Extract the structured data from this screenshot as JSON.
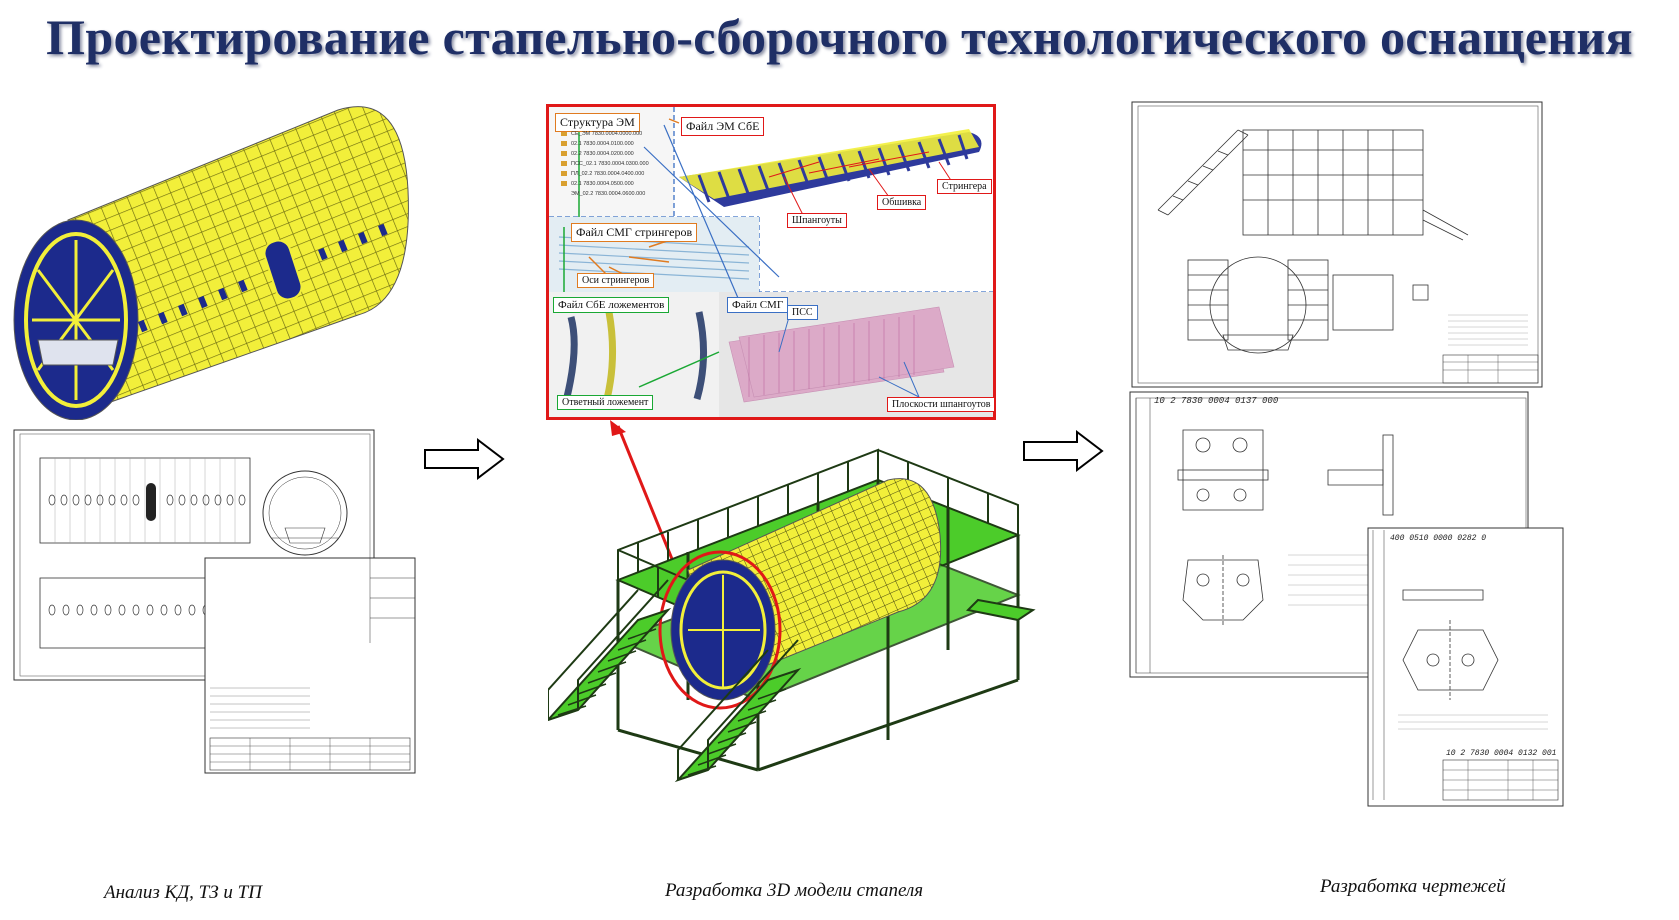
{
  "title": "Проектирование стапельно-сборочного технологического оснащения",
  "steps": [
    {
      "caption": "Анализ КД, ТЗ и ТП"
    },
    {
      "caption": "Разработка 3D модели стапеля"
    },
    {
      "caption": "Разработка чертежей"
    }
  ],
  "model_panel": {
    "labels": {
      "structure": "Структура ЭМ",
      "file_em": "Файл ЭМ СбЕ",
      "file_smg_stringers": "Файл СМГ стрингеров",
      "axes_stringers": "Оси стрингеров",
      "file_lozhements": "Файл СбЕ ложементов",
      "file_smg": "Файл СМГ",
      "pss": "ПСС",
      "reply_lozhement": "Ответный ложемент",
      "frame_planes": "Плоскости шпангоутов",
      "frames": "Шпангоуты",
      "skin": "Обшивка",
      "stringers": "Стрингера"
    },
    "tree_items": [
      "СЕ_ЭМ 7830.0004.0000.000",
      "02.1 7830.0004.0100.000",
      "02.2 7830.0004.0200.000",
      "ПСС_02.1 7830.0004.0300.000",
      "ПЛ_02.2 7830.0004.0400.000",
      "02.1 7830.0004.0500.000",
      "ЭМ_02.2 7830.0004.0600.000"
    ]
  },
  "drawings": {
    "code_1": "10 2 7830 0004 0137 000",
    "code_2": "10 2 7830 0004 0132 001",
    "code_3": "400 0510 0000 0282 0"
  },
  "colors": {
    "title": "#1f2f66",
    "fuselage_yellow": "#f2ef3a",
    "fuselage_blue": "#1c2a8c",
    "frame_green": "#4ccc2a",
    "highlight_red": "#e01818",
    "pink": "#d47ab0"
  }
}
